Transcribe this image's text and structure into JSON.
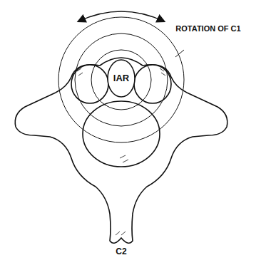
{
  "diagram": {
    "nodes": [
      {
        "text": [
          "IAR"
        ]
      }
    ],
    "labels": [
      "ROTATION OF C1",
      "C2"
    ]
  }
}
